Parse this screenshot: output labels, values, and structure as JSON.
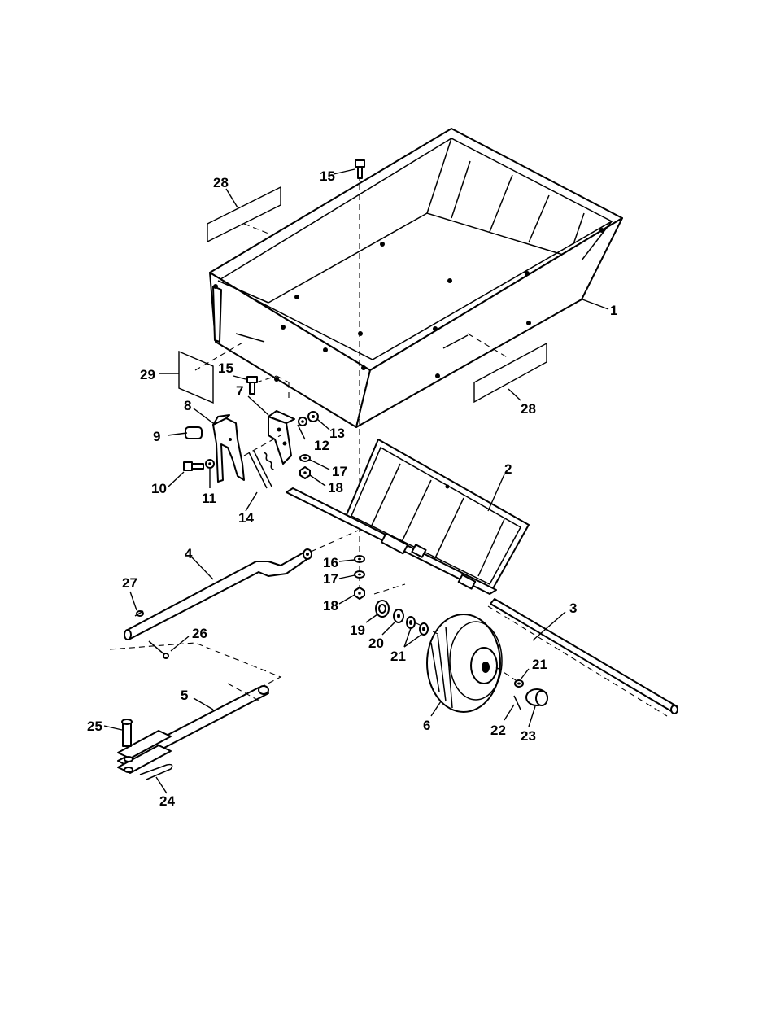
{
  "callouts": [
    {
      "id": "p1",
      "text": "1"
    },
    {
      "id": "p2",
      "text": "2"
    },
    {
      "id": "p3",
      "text": "3"
    },
    {
      "id": "p4",
      "text": "4"
    },
    {
      "id": "p5",
      "text": "5"
    },
    {
      "id": "p6",
      "text": "6"
    },
    {
      "id": "p7",
      "text": "7"
    },
    {
      "id": "p8",
      "text": "8"
    },
    {
      "id": "p9",
      "text": "9"
    },
    {
      "id": "p10",
      "text": "10"
    },
    {
      "id": "p11",
      "text": "11"
    },
    {
      "id": "p12",
      "text": "12"
    },
    {
      "id": "p13",
      "text": "13"
    },
    {
      "id": "p14",
      "text": "14"
    },
    {
      "id": "p15a",
      "text": "15"
    },
    {
      "id": "p15b",
      "text": "15"
    },
    {
      "id": "p16",
      "text": "16"
    },
    {
      "id": "p17a",
      "text": "17"
    },
    {
      "id": "p17b",
      "text": "17"
    },
    {
      "id": "p18a",
      "text": "18"
    },
    {
      "id": "p18b",
      "text": "18"
    },
    {
      "id": "p19",
      "text": "19"
    },
    {
      "id": "p20",
      "text": "20"
    },
    {
      "id": "p21a",
      "text": "21"
    },
    {
      "id": "p21b",
      "text": "21"
    },
    {
      "id": "p22",
      "text": "22"
    },
    {
      "id": "p23",
      "text": "23"
    },
    {
      "id": "p24",
      "text": "24"
    },
    {
      "id": "p25",
      "text": "25"
    },
    {
      "id": "p26",
      "text": "26"
    },
    {
      "id": "p27",
      "text": "27"
    },
    {
      "id": "p28a",
      "text": "28"
    },
    {
      "id": "p28b",
      "text": "28"
    },
    {
      "id": "p29",
      "text": "29"
    }
  ]
}
